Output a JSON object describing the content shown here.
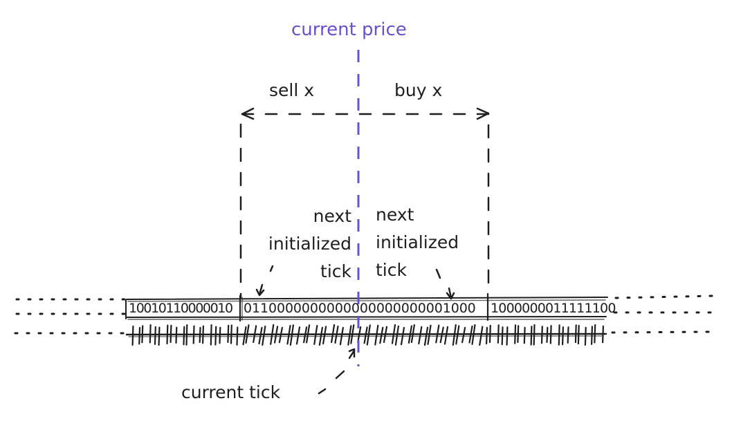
{
  "diagram": {
    "title_label": "current price",
    "colors": {
      "ink": "#1e1e1e",
      "accent": "#6a4fd0",
      "background": "#ffffff"
    },
    "range_arrow": {
      "left_label": "sell x",
      "right_label": "buy x"
    },
    "annotations": {
      "left_next_tick": [
        "next",
        "initialized",
        "tick"
      ],
      "right_next_tick": [
        "next",
        "initialized",
        "tick"
      ],
      "current_tick": "current tick"
    },
    "bitmap": {
      "words": [
        {
          "id": "left-word",
          "bits": "10010110000010"
        },
        {
          "id": "current-word",
          "bits": "0110000000000000000000001000"
        },
        {
          "id": "right-word",
          "bits": "1000000011111100"
        }
      ]
    },
    "tick_axis": {
      "tick_count": 86
    }
  }
}
